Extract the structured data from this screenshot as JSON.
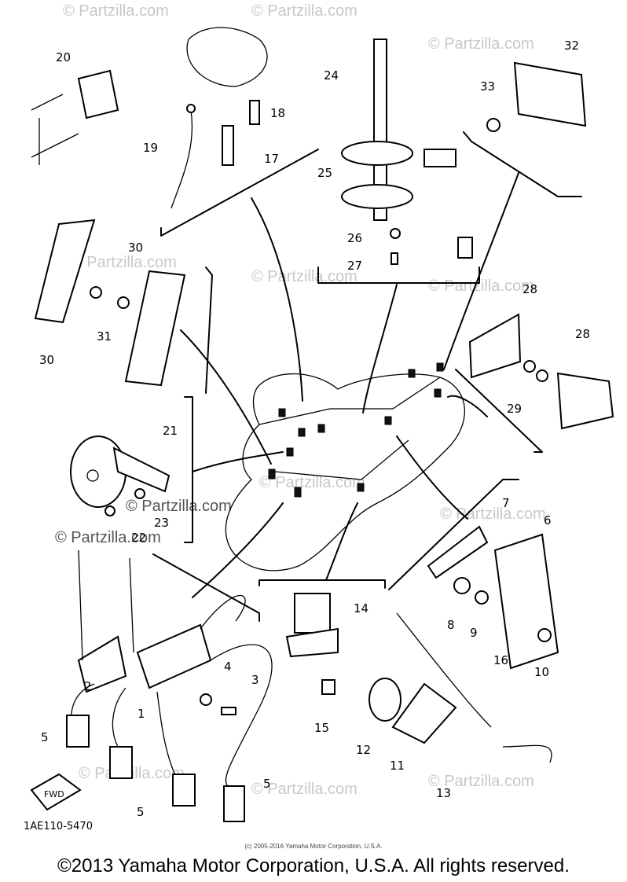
{
  "diagram": {
    "code": "1AE110-5470",
    "fwd_label": "FWD",
    "watermark": "© Partzilla.com",
    "parts": {
      "p1": "1",
      "p2": "2",
      "p3": "3",
      "p4": "4",
      "p5a": "5",
      "p5b": "5",
      "p5c": "5",
      "p6": "6",
      "p7": "7",
      "p8": "8",
      "p9": "9",
      "p10": "10",
      "p11": "11",
      "p12": "12",
      "p13": "13",
      "p14": "14",
      "p15": "15",
      "p16": "16",
      "p17": "17",
      "p18": "18",
      "p19": "19",
      "p20": "20",
      "p21": "21",
      "p22": "22",
      "p23": "23",
      "p24": "24",
      "p25": "25",
      "p26": "26",
      "p27": "27",
      "p28a": "28",
      "p28b": "28",
      "p29": "29",
      "p30a": "30",
      "p30b": "30",
      "p31": "31",
      "p32": "32",
      "p33": "33"
    }
  },
  "footer": {
    "small_copyright": "(c) 2005-2016 Yamaha Motor Corporation, U.S.A.",
    "copyright": "©2013 Yamaha Motor Corporation, U.S.A. All rights reserved."
  }
}
